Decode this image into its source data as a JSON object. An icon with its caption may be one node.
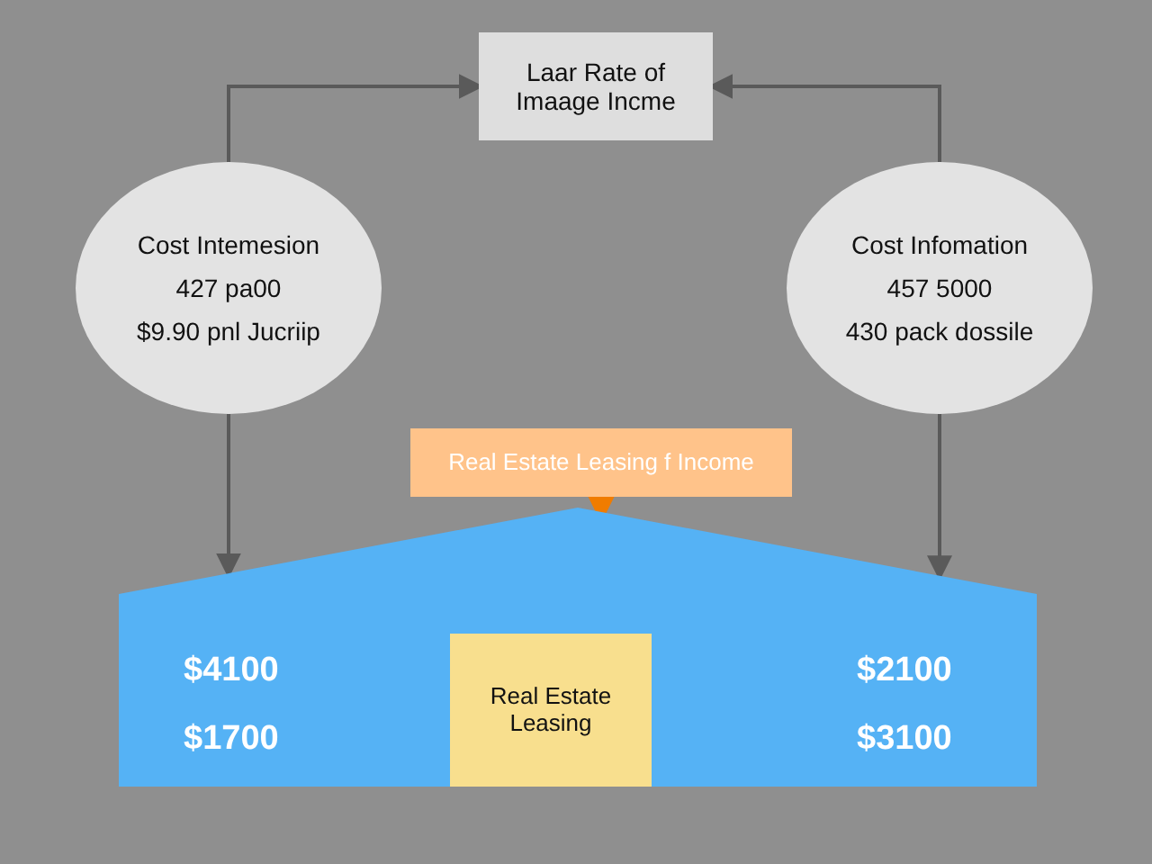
{
  "diagram": {
    "nodes": [
      {
        "text": [
          "Laar Rate of Imaage Incme"
        ]
      },
      {
        "text": [
          "Cost Intemesion",
          "427 pa00",
          "$9.90 pnl Jucriip"
        ]
      },
      {
        "text": [
          "Cost Infomation",
          "457 5000",
          "430 pack dossile"
        ]
      },
      {
        "text": [
          "Real Estate Leasing f Income"
        ]
      },
      {
        "text": [
          "$4100",
          "$1700",
          "$2100",
          "$3100"
        ]
      },
      {
        "text": [
          "Real Estate Leasing"
        ],
        "in": 4
      }
    ],
    "edges": [
      {
        "from": 1,
        "to": 0,
        "arrow": "to"
      },
      {
        "from": 2,
        "to": 0,
        "arrow": "to"
      },
      {
        "from": 1,
        "to": 4,
        "arrow": "to"
      },
      {
        "from": 2,
        "to": 4,
        "arrow": "to"
      },
      {
        "from": 3,
        "to": 4,
        "arrow": "to",
        "style": "thick",
        "color": "#f07c00"
      }
    ]
  }
}
